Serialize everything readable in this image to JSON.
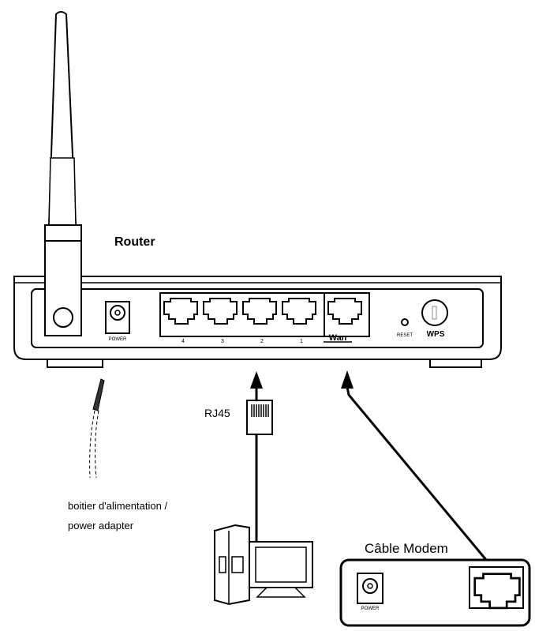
{
  "router": {
    "title": "Router",
    "power_label": "POWER",
    "lan_ports": [
      "4",
      "3",
      "2",
      "1"
    ],
    "wan_label": "Wan",
    "reset_label": "RESET",
    "wps_label": "WPS"
  },
  "cable": {
    "plug_label": "RJ45"
  },
  "power_adapter": {
    "line1": "boitier d'alimentation /",
    "line2": "power adapter"
  },
  "modem": {
    "title": "Câble Modem",
    "power_label": "POWER"
  }
}
